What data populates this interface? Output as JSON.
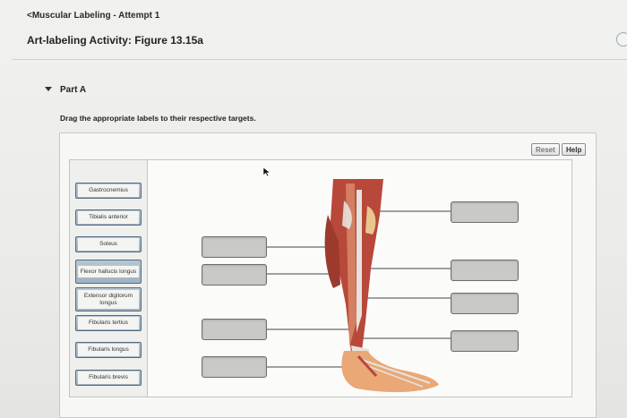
{
  "header": {
    "back_link": "<Muscular Labeling - Attempt 1",
    "activity_title": "Art-labeling Activity: Figure 13.15a"
  },
  "part": {
    "label": "Part A",
    "instructions": "Drag the appropriate labels to their respective targets."
  },
  "toolbar": {
    "reset_label": "Reset",
    "help_label": "Help"
  },
  "labels": [
    "Gastrocnemius",
    "Tibialis anterior",
    "Soleus",
    "Flexor hallucis longus",
    "Extensor digitorum longus",
    "Fibularis tertius",
    "Fibularis longus",
    "Fibularis brevis"
  ],
  "colors": {
    "muscle": "#b8483a",
    "tendon": "#e6e3dd",
    "skin": "#e9a876",
    "bone": "#e8c68e",
    "target_fill": "#c9c9c7",
    "chip_frame": "#546b80"
  },
  "icons": {
    "collapse": "triangle-down-icon",
    "cursor": "mouse-pointer-icon"
  }
}
